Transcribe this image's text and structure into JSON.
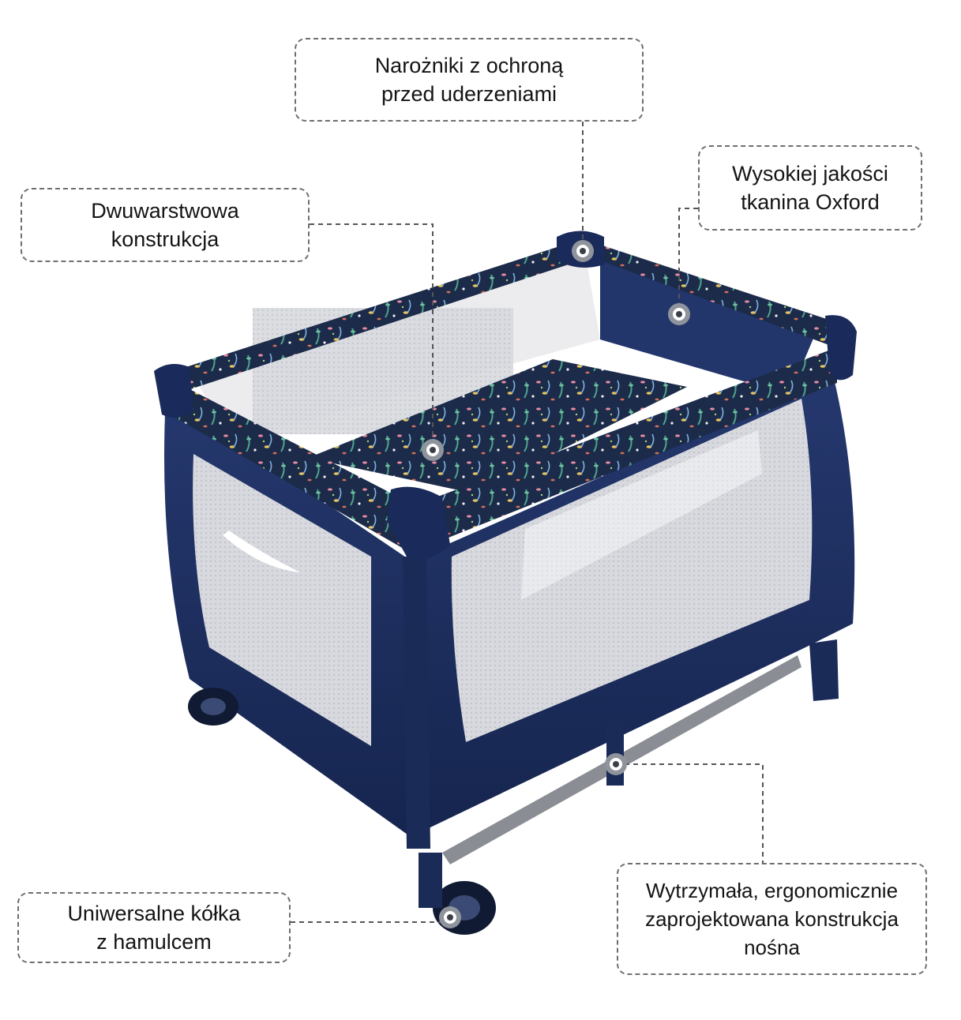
{
  "callouts": {
    "corners": {
      "line1": "Narożniki z ochroną",
      "line2": "przed uderzeniami"
    },
    "oxford": {
      "line1": "Wysokiej jakości",
      "line2": "tkanina Oxford"
    },
    "double_layer": {
      "line1": "Dwuwarstwowa",
      "line2": "konstrukcja"
    },
    "frame": {
      "line1": "Wytrzymała, ergonomicznie",
      "line2": "zaprojektowana konstrukcja",
      "line3": "nośna"
    },
    "wheels": {
      "line1": "Uniwersalne kółka",
      "line2": "z hamulcem"
    }
  },
  "colors": {
    "crib_navy": "#1d2f63",
    "crib_navy_dark": "#122044",
    "mesh": "#d9dbdf",
    "callout_border": "#6e6e6e",
    "leader_line": "#555555"
  },
  "icons": [
    "marker-dot-icon",
    "wheel-icon",
    "leaf-pattern"
  ]
}
